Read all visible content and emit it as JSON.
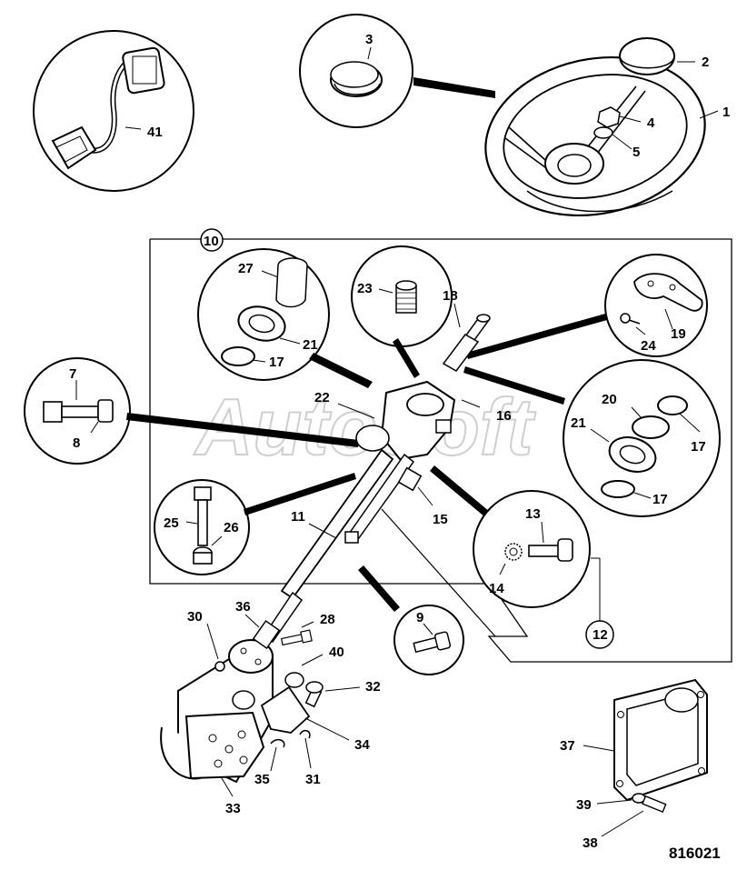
{
  "diagram": {
    "document_number": "816021",
    "watermark": "AutoSoft",
    "callouts": {
      "c1": "1",
      "c2": "2",
      "c3": "3",
      "c4": "4",
      "c5": "5",
      "c7": "7",
      "c8": "8",
      "c9": "9",
      "c10": "10",
      "c11": "11",
      "c12": "12",
      "c13": "13",
      "c14": "14",
      "c15": "15",
      "c16": "16",
      "c17a": "17",
      "c17b": "17",
      "c17c": "17",
      "c18": "18",
      "c19": "19",
      "c20": "20",
      "c21a": "21",
      "c21b": "21",
      "c22": "22",
      "c23": "23",
      "c24": "24",
      "c25": "25",
      "c26": "26",
      "c27": "27",
      "c28": "28",
      "c30": "30",
      "c31": "31",
      "c32": "32",
      "c33": "33",
      "c34": "34",
      "c35": "35",
      "c36": "36",
      "c37": "37",
      "c38": "38",
      "c39": "39",
      "c40": "40",
      "c41": "41"
    }
  }
}
